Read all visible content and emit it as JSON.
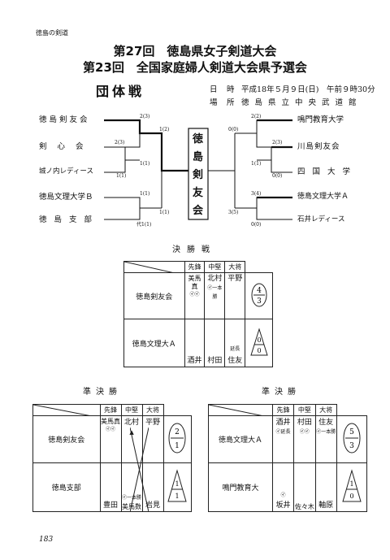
{
  "header": {
    "running_head": "徳島の剣道"
  },
  "titles": {
    "line1": "第27回　徳島県女子剣道大会",
    "line2": "第23回　全国家庭婦人剣道大会県予選会"
  },
  "team_section": {
    "label": "団体戦"
  },
  "event_info": {
    "date_label": "日　時",
    "date_value": "平成18年５月９日(日)　午前９時30分",
    "place_label": "場　所",
    "place_value": "徳島県立中央武道館"
  },
  "bracket": {
    "left_teams": [
      "徳島剣友会",
      "剣心会",
      "城ノ内レディース",
      "徳島文理大学Ｂ",
      "徳島支部"
    ],
    "right_teams": [
      "鳴門教育大学",
      "川島剣友会",
      "四国大学",
      "徳島文理大学Ａ",
      "石井レディース"
    ],
    "winner_chars": [
      "徳",
      "島",
      "剣",
      "友",
      "会"
    ],
    "scores": {
      "l_a": "2(3)",
      "l_b": "2(3)",
      "l_c": "1(1)",
      "l_d": "1(1)",
      "l_e": "1(2)",
      "l_f": "1(1)",
      "l_g": "1(1)",
      "l_h": "代1(1)",
      "r_a": "2(2)",
      "r_b": "0(0)",
      "r_c": "2(3)",
      "r_d": "1(1)",
      "r_e": "0(0)",
      "r_f": "3(4)",
      "r_g": "3(5)",
      "r_h": "0(0)"
    }
  },
  "final": {
    "heading": "決勝戦",
    "positions": [
      "先鋒",
      "中堅",
      "大将"
    ],
    "team_a": "徳島剣友会",
    "team_b": "徳島文理大Ａ",
    "a_players": [
      "美馬真",
      "北村",
      "平野"
    ],
    "b_players": [
      "酒井",
      "村田",
      "住友"
    ],
    "a_marks": [
      "㋑㋑",
      "㋑一本勝",
      ""
    ],
    "b_marks": [
      "",
      "",
      "延長"
    ],
    "a_score": [
      "4",
      "3"
    ],
    "b_score": [
      "0",
      "0"
    ]
  },
  "semi_left": {
    "heading": "準決勝",
    "positions": [
      "先鋒",
      "中堅",
      "大将"
    ],
    "team_a": "徳島剣友会",
    "team_b": "徳島支部",
    "a_players": [
      "美馬真",
      "北村",
      "平野"
    ],
    "b_players": [
      "豊田",
      "美馬数",
      "岩見"
    ],
    "a_marks": [
      "㋑㋑",
      "▲",
      ""
    ],
    "b_marks": [
      "",
      "㋑一本勝",
      ""
    ],
    "a_score": [
      "2",
      "1"
    ],
    "b_score": [
      "1",
      "1"
    ]
  },
  "semi_right": {
    "heading": "準決勝",
    "positions": [
      "先鋒",
      "中堅",
      "大将"
    ],
    "team_a": "徳島文理大Ａ",
    "team_b": "鳴門教育大",
    "a_players": [
      "酒井",
      "村田",
      "住友"
    ],
    "b_players": [
      "坂井",
      "佐々木",
      "軸原"
    ],
    "a_marks": [
      "㋑延長",
      "㋑㋑",
      "㋑一本勝"
    ],
    "b_marks": [
      "㋑",
      "",
      ""
    ],
    "a_score": [
      "5",
      "3"
    ],
    "b_score": [
      "1",
      "0"
    ]
  },
  "footer": {
    "page_number": "183"
  }
}
